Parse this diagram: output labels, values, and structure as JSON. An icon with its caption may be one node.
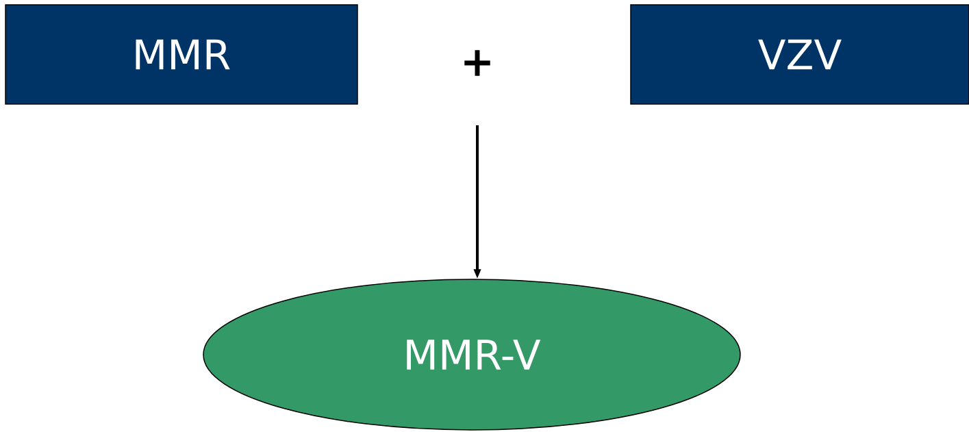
{
  "diagram": {
    "nodes": [
      {
        "text": [
          "MMR"
        ]
      },
      {
        "text": [
          "VZV"
        ]
      },
      {
        "text": [
          "MMR-V"
        ]
      }
    ],
    "edges": [
      {
        "from": null,
        "to": 2,
        "arrow": "to"
      }
    ],
    "labels": [
      "+"
    ]
  }
}
